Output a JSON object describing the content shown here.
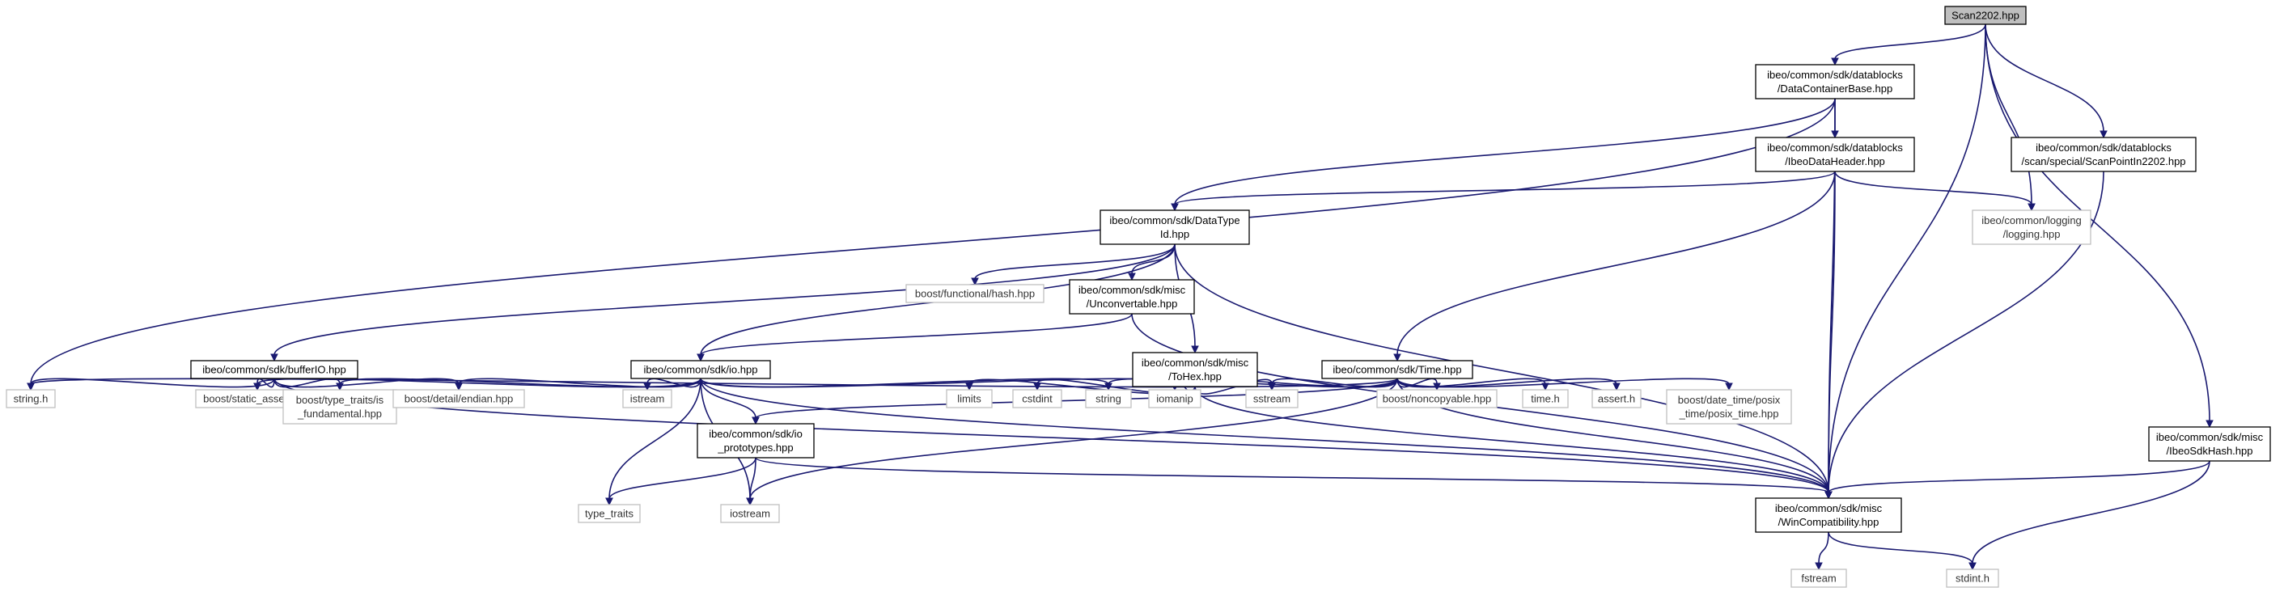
{
  "nodes": [
    {
      "id": "scan2202",
      "lines": [
        "Scan2202.hpp"
      ],
      "kind": "root"
    },
    {
      "id": "dcb",
      "lines": [
        "ibeo/common/sdk/datablocks",
        "/DataContainerBase.hpp"
      ],
      "kind": "int"
    },
    {
      "id": "idh",
      "lines": [
        "ibeo/common/sdk/datablocks",
        "/IbeoDataHeader.hpp"
      ],
      "kind": "int"
    },
    {
      "id": "sp2202",
      "lines": [
        "ibeo/common/sdk/datablocks",
        "/scan/special/ScanPointIn2202.hpp"
      ],
      "kind": "int"
    },
    {
      "id": "logging",
      "lines": [
        "ibeo/common/logging",
        "/logging.hpp"
      ],
      "kind": "ext"
    },
    {
      "id": "dtid",
      "lines": [
        "ibeo/common/sdk/DataType",
        "Id.hpp"
      ],
      "kind": "int"
    },
    {
      "id": "bhash",
      "lines": [
        "boost/functional/hash.hpp"
      ],
      "kind": "ext"
    },
    {
      "id": "unconv",
      "lines": [
        "ibeo/common/sdk/misc",
        "/Unconvertable.hpp"
      ],
      "kind": "int"
    },
    {
      "id": "tohex",
      "lines": [
        "ibeo/common/sdk/misc",
        "/ToHex.hpp"
      ],
      "kind": "int"
    },
    {
      "id": "time",
      "lines": [
        "ibeo/common/sdk/Time.hpp"
      ],
      "kind": "int"
    },
    {
      "id": "bufferio",
      "lines": [
        "ibeo/common/sdk/bufferIO.hpp"
      ],
      "kind": "int"
    },
    {
      "id": "io",
      "lines": [
        "ibeo/common/sdk/io.hpp"
      ],
      "kind": "int"
    },
    {
      "id": "sdkhash",
      "lines": [
        "ibeo/common/sdk/misc",
        "/IbeoSdkHash.hpp"
      ],
      "kind": "int"
    },
    {
      "id": "stringh",
      "lines": [
        "string.h"
      ],
      "kind": "ext"
    },
    {
      "id": "bsa",
      "lines": [
        "boost/static_assert.hpp"
      ],
      "kind": "ext"
    },
    {
      "id": "btt",
      "lines": [
        "boost/type_traits/is",
        "_fundamental.hpp"
      ],
      "kind": "ext"
    },
    {
      "id": "bde",
      "lines": [
        "boost/detail/endian.hpp"
      ],
      "kind": "ext"
    },
    {
      "id": "istream",
      "lines": [
        "istream"
      ],
      "kind": "ext"
    },
    {
      "id": "iop",
      "lines": [
        "ibeo/common/sdk/io",
        "_prototypes.hpp"
      ],
      "kind": "int"
    },
    {
      "id": "limits",
      "lines": [
        "limits"
      ],
      "kind": "ext"
    },
    {
      "id": "cstdint",
      "lines": [
        "cstdint"
      ],
      "kind": "ext"
    },
    {
      "id": "string",
      "lines": [
        "string"
      ],
      "kind": "ext"
    },
    {
      "id": "iomanip",
      "lines": [
        "iomanip"
      ],
      "kind": "ext"
    },
    {
      "id": "sstream",
      "lines": [
        "sstream"
      ],
      "kind": "ext"
    },
    {
      "id": "bnc",
      "lines": [
        "boost/noncopyable.hpp"
      ],
      "kind": "ext"
    },
    {
      "id": "timeh",
      "lines": [
        "time.h"
      ],
      "kind": "ext"
    },
    {
      "id": "asserth",
      "lines": [
        "assert.h"
      ],
      "kind": "ext"
    },
    {
      "id": "bdt",
      "lines": [
        "boost/date_time/posix",
        "_time/posix_time.hpp"
      ],
      "kind": "ext"
    },
    {
      "id": "wincompat",
      "lines": [
        "ibeo/common/sdk/misc",
        "/WinCompatibility.hpp"
      ],
      "kind": "int"
    },
    {
      "id": "typetraits",
      "lines": [
        "type_traits"
      ],
      "kind": "ext"
    },
    {
      "id": "iostream",
      "lines": [
        "iostream"
      ],
      "kind": "ext"
    },
    {
      "id": "fstream",
      "lines": [
        "fstream"
      ],
      "kind": "ext"
    },
    {
      "id": "stdinth",
      "lines": [
        "stdint.h"
      ],
      "kind": "ext"
    }
  ],
  "edges": [
    [
      "scan2202",
      "dcb"
    ],
    [
      "scan2202",
      "logging"
    ],
    [
      "scan2202",
      "sp2202"
    ],
    [
      "scan2202",
      "sdkhash"
    ],
    [
      "scan2202",
      "wincompat"
    ],
    [
      "dcb",
      "idh"
    ],
    [
      "dcb",
      "dtid"
    ],
    [
      "dcb",
      "wincompat"
    ],
    [
      "dcb",
      "stringh"
    ],
    [
      "idh",
      "dtid"
    ],
    [
      "idh",
      "logging"
    ],
    [
      "idh",
      "time"
    ],
    [
      "idh",
      "wincompat"
    ],
    [
      "sp2202",
      "wincompat"
    ],
    [
      "dtid",
      "bhash"
    ],
    [
      "dtid",
      "unconv"
    ],
    [
      "dtid",
      "tohex"
    ],
    [
      "dtid",
      "bufferio"
    ],
    [
      "dtid",
      "io"
    ],
    [
      "dtid",
      "wincompat"
    ],
    [
      "unconv",
      "io"
    ],
    [
      "unconv",
      "wincompat"
    ],
    [
      "tohex",
      "limits"
    ],
    [
      "tohex",
      "cstdint"
    ],
    [
      "tohex",
      "iomanip"
    ],
    [
      "tohex",
      "sstream"
    ],
    [
      "tohex",
      "wincompat"
    ],
    [
      "bufferio",
      "stringh"
    ],
    [
      "bufferio",
      "bsa"
    ],
    [
      "bufferio",
      "btt"
    ],
    [
      "bufferio",
      "bde"
    ],
    [
      "bufferio",
      "wincompat"
    ],
    [
      "io",
      "istream"
    ],
    [
      "io",
      "iop"
    ],
    [
      "io",
      "string"
    ],
    [
      "io",
      "iomanip"
    ],
    [
      "io",
      "bde"
    ],
    [
      "io",
      "btt"
    ],
    [
      "io",
      "bsa"
    ],
    [
      "io",
      "typetraits"
    ],
    [
      "io",
      "iostream"
    ],
    [
      "io",
      "wincompat"
    ],
    [
      "time",
      "bnc"
    ],
    [
      "time",
      "timeh"
    ],
    [
      "time",
      "asserth"
    ],
    [
      "time",
      "bdt"
    ],
    [
      "time",
      "sstream"
    ],
    [
      "time",
      "iomanip"
    ],
    [
      "time",
      "string"
    ],
    [
      "time",
      "iop"
    ],
    [
      "time",
      "iostream"
    ],
    [
      "time",
      "stringh"
    ],
    [
      "time",
      "wincompat"
    ],
    [
      "iop",
      "typetraits"
    ],
    [
      "iop",
      "iostream"
    ],
    [
      "iop",
      "wincompat"
    ],
    [
      "wincompat",
      "fstream"
    ],
    [
      "wincompat",
      "stdinth"
    ],
    [
      "sdkhash",
      "wincompat"
    ],
    [
      "sdkhash",
      "stdinth"
    ]
  ]
}
